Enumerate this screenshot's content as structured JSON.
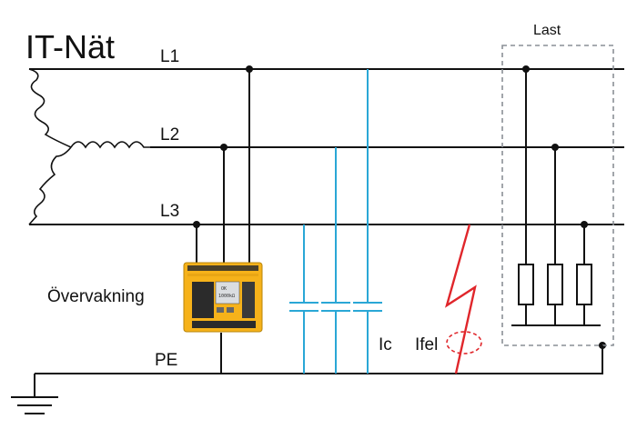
{
  "title": "IT-Nät",
  "phases": {
    "l1": "L1",
    "l2": "L2",
    "l3": "L3"
  },
  "pe": "PE",
  "monitor": {
    "label": "Övervakning",
    "screen_line1": "OK",
    "screen_line2": "1000kΩ"
  },
  "capacitance": {
    "label": "Ic"
  },
  "fault": {
    "label": "Ifel"
  },
  "load": {
    "label": "Last"
  },
  "colors": {
    "wire": "#111111",
    "capacitance": "#2aa7d6",
    "fault": "#e0262b",
    "monitor_body": "#f6b21a",
    "load_box": "#8a8f96"
  }
}
